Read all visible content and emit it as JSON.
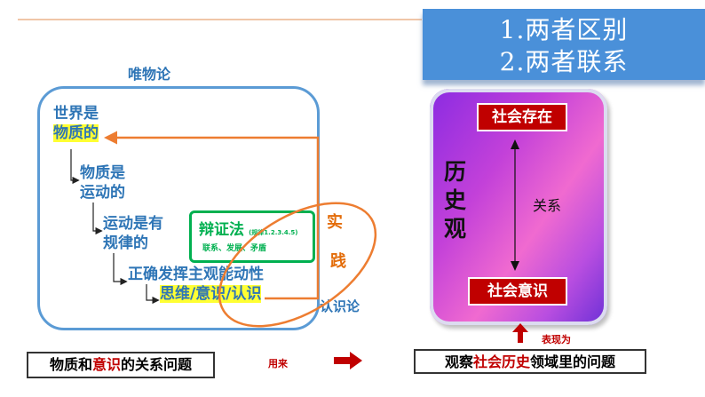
{
  "title": {
    "line1": "1.两者区别",
    "line2": "2.两者联系"
  },
  "left": {
    "materialism": "唯物论",
    "world_line1": "世界是",
    "world_line2": "物质的",
    "motion_line1": "物质是",
    "motion_line2": "运动的",
    "law_line1": "运动是有",
    "law_line2": "规律的",
    "initiative_line1": "正确发挥主观能动性",
    "initiative_line2": "思维/意识/认识",
    "dialectics_title": "辩证法",
    "dialectics_note": "(规律1.2.3.4.5)",
    "dialectics_sub": "联系、发展、矛盾",
    "practice_char1": "实",
    "practice_char2": "践",
    "epistemology": "认识论",
    "bottom_prefix": "物质和",
    "bottom_highlight": "意识",
    "bottom_suffix": "的关系问题",
    "used_for": "用来"
  },
  "right": {
    "hist_char1": "历",
    "hist_char2": "史",
    "hist_char3": "观",
    "social_existence": "社会存在",
    "relation": "关系",
    "social_consciousness": "社会意识",
    "manifested_as": "表现为",
    "observe_prefix": "观察",
    "observe_highlight": "社会历史",
    "observe_suffix": "领域里的问题"
  },
  "colors": {
    "accent_blue": "#2e75b6",
    "arrow_orange": "#ed7d31",
    "dark_red": "#c00000",
    "green": "#00b050",
    "highlight": "#ffff33"
  }
}
